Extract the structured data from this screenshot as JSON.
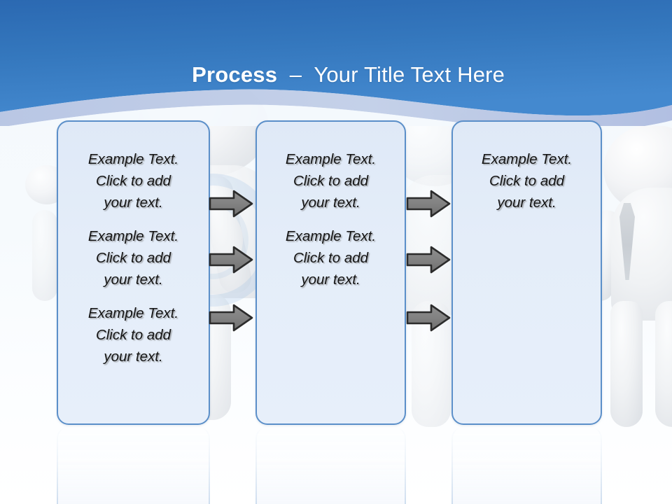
{
  "slide": {
    "title_strong": "Process",
    "title_separator": "  –  ",
    "title_rest": "Your Title Text Here",
    "background_theme": "blue-swoosh-3d-people",
    "colors": {
      "header_blue_top": "#2d6cb4",
      "header_blue_bottom": "#3c82c9",
      "swoosh_band": "#b9c6e4",
      "box_border": "#5b8fc9",
      "box_fill": "#e2ebf7",
      "arrow_fill": "#808080",
      "arrow_outline": "#262626",
      "title_text": "#ffffff",
      "body_text": "#141414"
    }
  },
  "boxes": [
    {
      "name": "stage-1",
      "blocks": [
        "Example Text.\nClick  to add\nyour text.",
        "Example Text.\nClick  to add\nyour text.",
        "Example Text.\nClick  to add\nyour text."
      ]
    },
    {
      "name": "stage-2",
      "blocks": [
        "Example Text.\nClick  to add\nyour text.",
        "Example Text.\nClick  to add\nyour text."
      ]
    },
    {
      "name": "stage-3",
      "blocks": [
        "Example Text.\nClick  to add\nyour text."
      ]
    }
  ],
  "connectors": {
    "icon": "right-arrow-icon",
    "gap_1_count": 3,
    "gap_2_count": 3,
    "direction": "right"
  }
}
